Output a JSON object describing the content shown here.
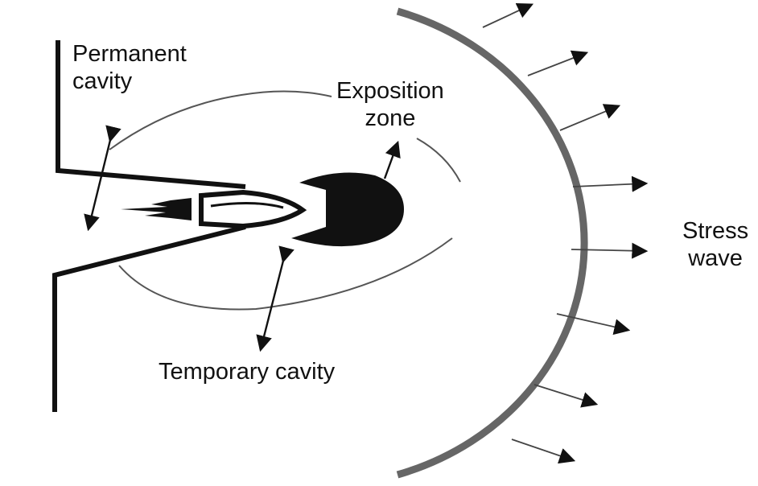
{
  "labels": {
    "permanent_cavity": [
      "Permanent",
      "cavity"
    ],
    "exposition_zone": [
      "Exposition",
      "zone"
    ],
    "stress_wave": [
      "Stress",
      "wave"
    ],
    "temporary_cavity": "Temporary cavity"
  },
  "colors": {
    "ink": "#111111",
    "wave_front": "#666666",
    "thin_line": "#555555",
    "arrow": "#222222"
  }
}
